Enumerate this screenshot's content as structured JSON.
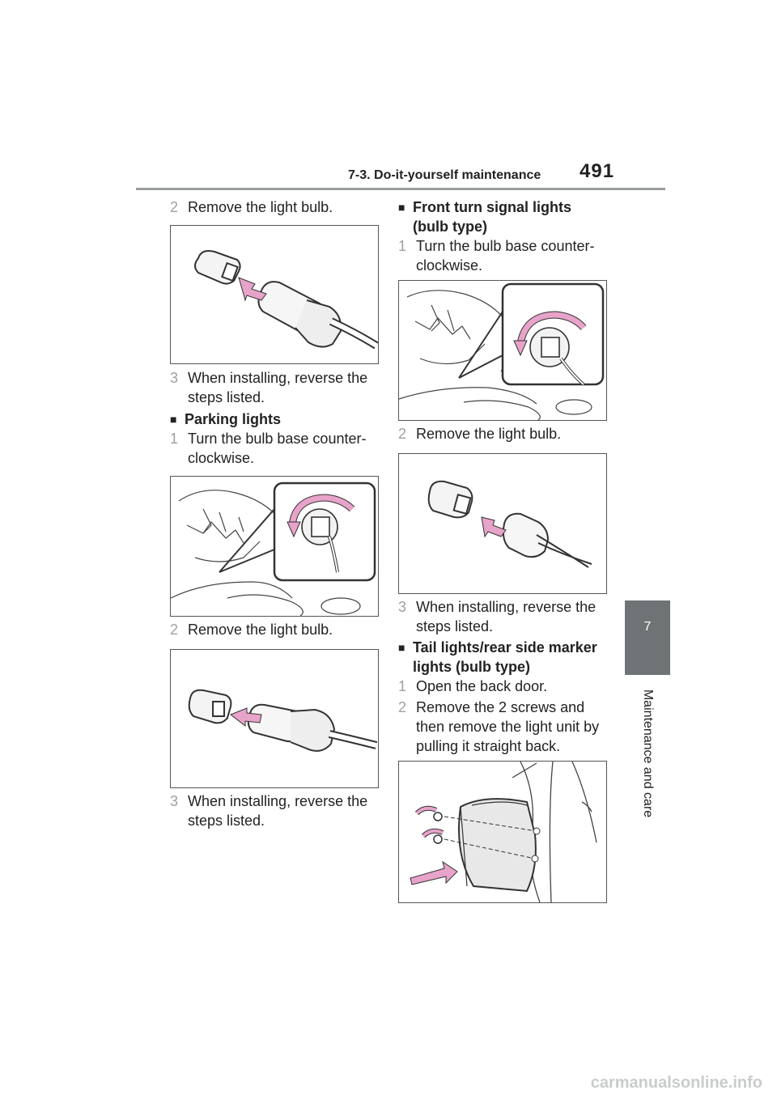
{
  "header": {
    "section": "7-3. Do-it-yourself maintenance",
    "page": "491"
  },
  "chapter": {
    "number": "7",
    "label": "Maintenance and care"
  },
  "left": {
    "s1": {
      "num": "2",
      "text": "Remove the light bulb."
    },
    "s2": {
      "num": "3",
      "text": "When installing, reverse the steps listed."
    },
    "parking": {
      "title": "Parking lights"
    },
    "s3": {
      "num": "1",
      "text": "Turn the bulb base counter-clockwise."
    },
    "s4": {
      "num": "2",
      "text": "Remove the light bulb."
    },
    "s5": {
      "num": "3",
      "text": "When installing, reverse the steps listed."
    }
  },
  "right": {
    "front": {
      "title": "Front turn signal lights (bulb type)"
    },
    "s1": {
      "num": "1",
      "text": "Turn the bulb base counter-clockwise."
    },
    "s2": {
      "num": "2",
      "text": "Remove the light bulb."
    },
    "s3": {
      "num": "3",
      "text": "When installing, reverse the steps listed."
    },
    "tail": {
      "title": "Tail lights/rear side marker lights (bulb type)"
    },
    "s4": {
      "num": "1",
      "text": "Open the back door."
    },
    "s5": {
      "num": "2",
      "text": "Remove the 2 screws and then remove the light unit by pulling it straight back."
    }
  },
  "footer": {
    "watermark": "carmanualsonline.info"
  },
  "colors": {
    "accent_arrow": "#e7a3c9",
    "tab": "#6e7475",
    "rule": "#9aa0a0"
  }
}
